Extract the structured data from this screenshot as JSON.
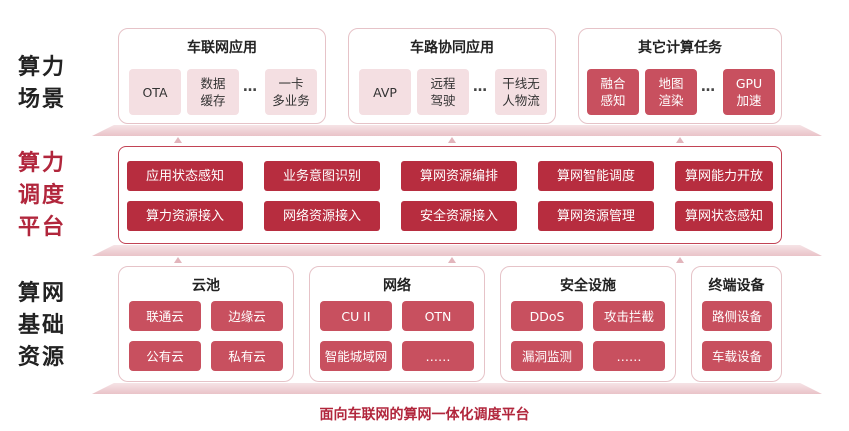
{
  "sections": {
    "scenario": {
      "line1": "算力",
      "line2": "场景"
    },
    "platform": {
      "line1": "算力",
      "line2": "调度",
      "line3": "平台"
    },
    "resources": {
      "line1": "算网",
      "line2": "基础",
      "line3": "资源"
    }
  },
  "scenario_cards": [
    {
      "title": "车联网应用",
      "items": [
        "OTA",
        "数据\n缓存",
        "一卡\n多业务"
      ],
      "ellipsis": "…"
    },
    {
      "title": "车路协同应用",
      "items": [
        "AVP",
        "远程\n驾驶",
        "干线无\n人物流"
      ],
      "ellipsis": "…"
    },
    {
      "title": "其它计算任务",
      "items": [
        "融合\n感知",
        "地图\n渲染",
        "GPU\n加速"
      ],
      "ellipsis": "…"
    }
  ],
  "platform_modules": [
    [
      "应用状态感知",
      "业务意图识别",
      "算网资源编排",
      "算网智能调度",
      "算网能力开放"
    ],
    [
      "算力资源接入",
      "网络资源接入",
      "安全资源接入",
      "算网资源管理",
      "算网状态感知"
    ]
  ],
  "resource_cards": [
    {
      "title": "云池",
      "items": [
        "联通云",
        "边缘云",
        "公有云",
        "私有云"
      ]
    },
    {
      "title": "网络",
      "items": [
        "CU II",
        "OTN",
        "智能城域网",
        "……"
      ]
    },
    {
      "title": "安全设施",
      "items": [
        "DDoS",
        "攻击拦截",
        "漏洞监测",
        "……"
      ]
    },
    {
      "title": "终端设备",
      "items": [
        "路侧设备",
        "车载设备"
      ]
    }
  ],
  "footer": "面向车联网的算网一体化调度平台",
  "colors": {
    "accent": "#b1263c",
    "chip_dark": "#c8505f",
    "chip_light": "#f4dfe2",
    "module": "#b72d3f"
  }
}
